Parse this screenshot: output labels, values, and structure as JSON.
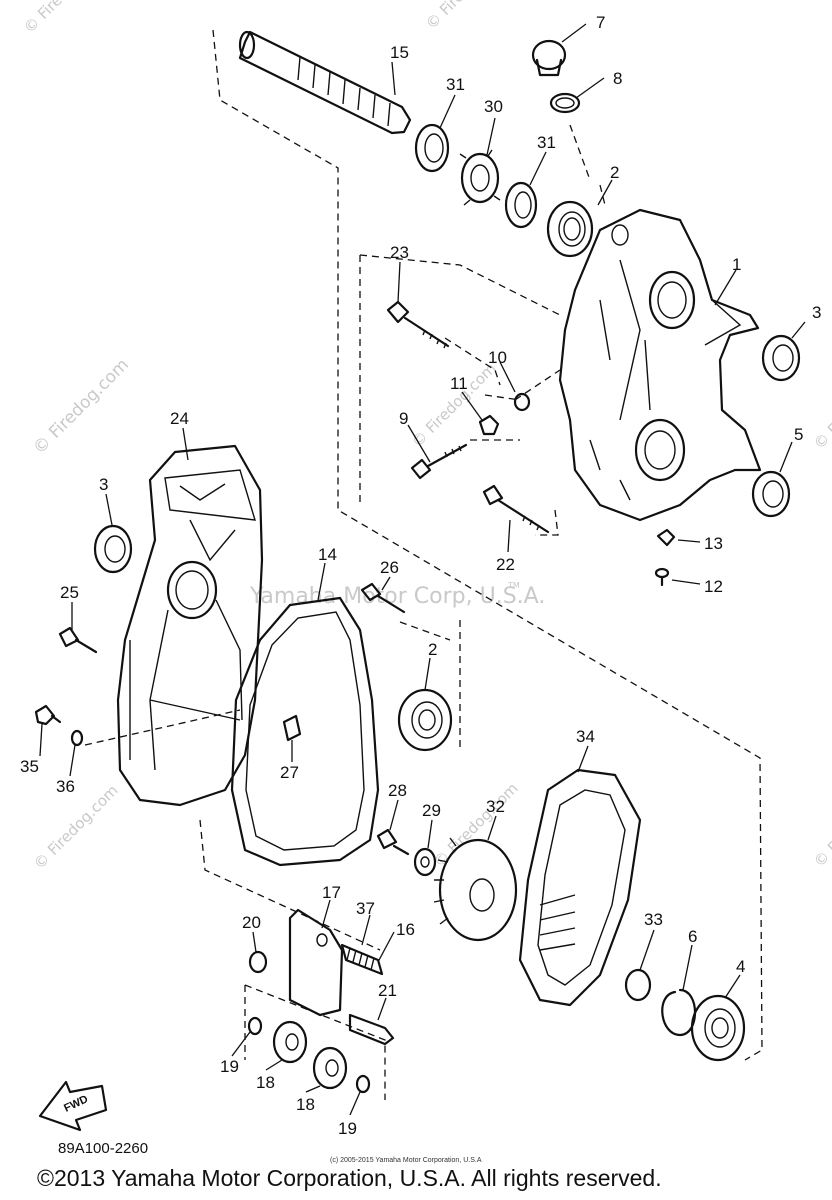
{
  "watermarks": {
    "side": "© Firedog.com",
    "center": "Yamaha Motor Corp, U.S.A.",
    "tm": "TM",
    "tiles": [
      "© Firedog.com",
      "© Firedog.com",
      "© Firedog.com",
      "© Firedog.com",
      "© Firedog.com",
      "© Firedog.com",
      "© Firedog.com"
    ]
  },
  "part_labels": [
    "1",
    "2",
    "2",
    "3",
    "3",
    "4",
    "5",
    "6",
    "7",
    "8",
    "9",
    "10",
    "11",
    "12",
    "13",
    "14",
    "15",
    "16",
    "17",
    "18",
    "18",
    "19",
    "19",
    "20",
    "21",
    "22",
    "23",
    "24",
    "25",
    "26",
    "27",
    "28",
    "29",
    "30",
    "31",
    "31",
    "32",
    "33",
    "34",
    "35",
    "36",
    "37"
  ],
  "part_code": "89A100-2260",
  "small_notice": "(c) 2005-2015 Yamaha Motor Corporation, U.S.A",
  "copyright": "©2013 Yamaha Motor Corporation, U.S.A. All rights reserved.",
  "fwd_label": "FWD",
  "icons": {
    "fwd_arrow": "forward-arrow-icon"
  }
}
